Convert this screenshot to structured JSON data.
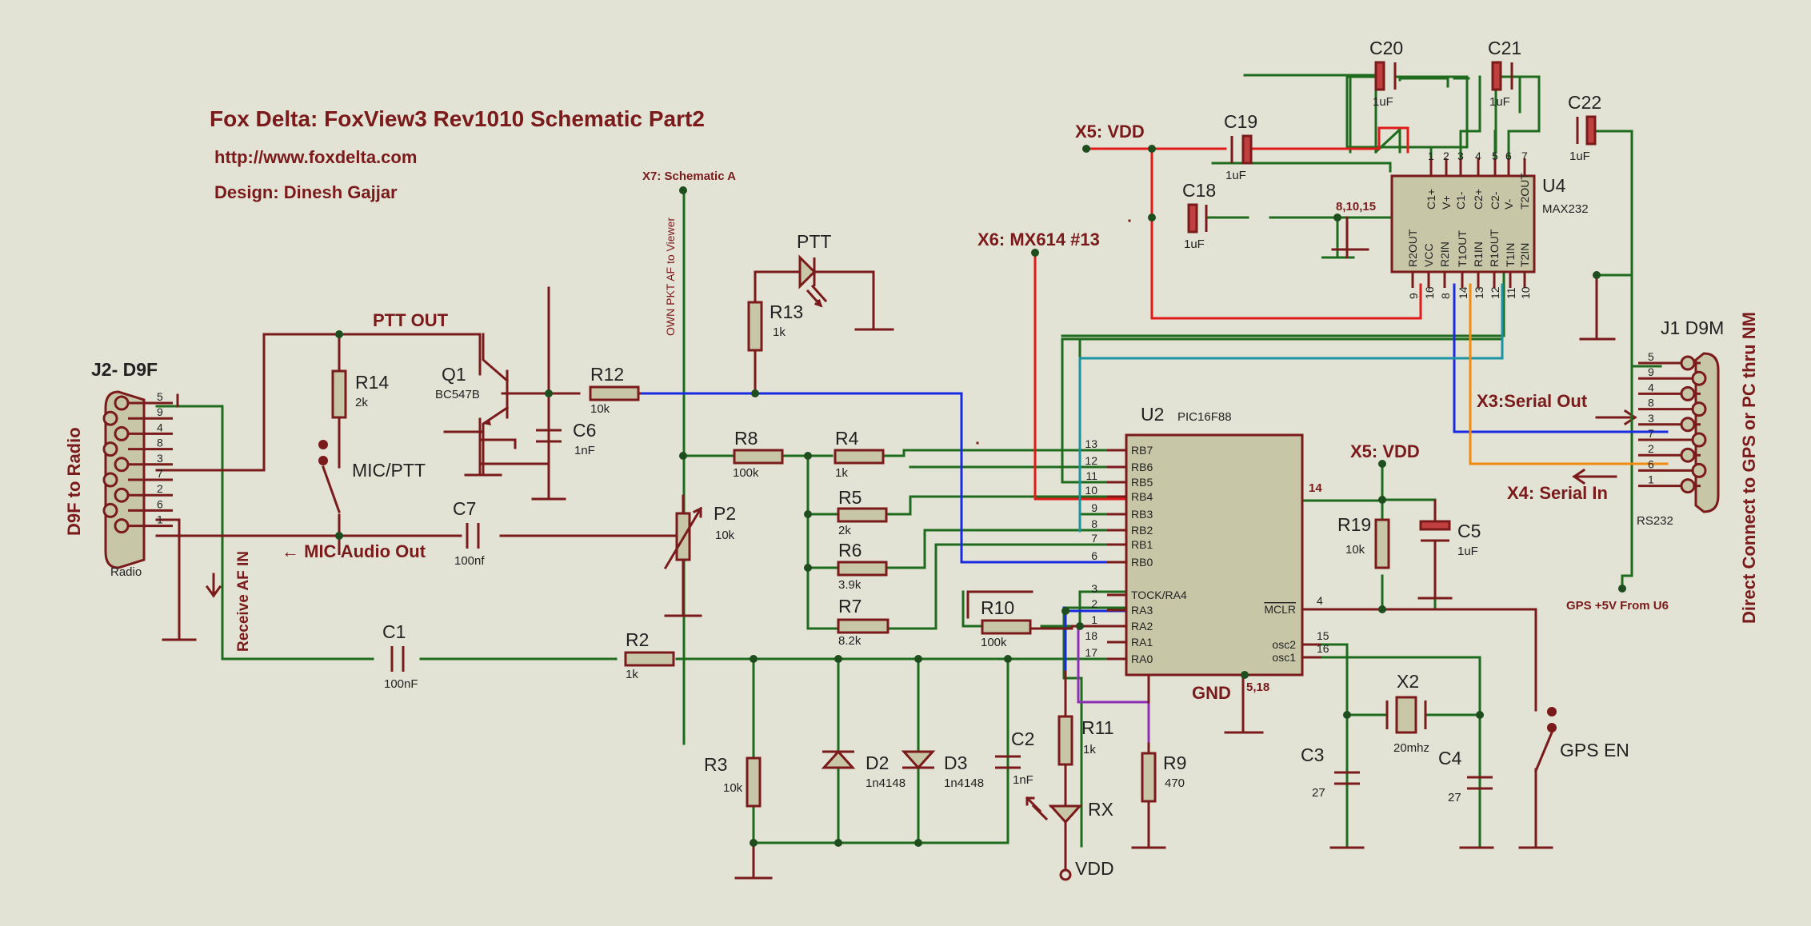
{
  "header": {
    "title": "Fox Delta:  FoxView3 Rev1010 Schematic Part2",
    "url": "http://www.foxdelta.com",
    "designer": "Design: Dinesh Gajjar"
  },
  "nets": {
    "x7": "X7: Schematic A",
    "own_pkt": "OWN PKT AF to Viewer",
    "x5_top": "X5: VDD",
    "x5_mid": "X5: VDD",
    "x6": "X6: MX614 #13",
    "ptt_out": "PTT OUT",
    "mic_audio": "← MIC Audio Out",
    "receive_af": "Receive AF IN",
    "x3": "X3:Serial Out",
    "x4": "X4: Serial In",
    "gps5v": "GPS +5V From U6",
    "pins_81015": "8,10,15",
    "gnd": "GND",
    "gnd_pins": "5,18",
    "mclr_pin": "14",
    "direct": "Direct Connect to GPS or PC thru NM",
    "d9f_radio": "D9F to Radio"
  },
  "components": {
    "j2": {
      "ref": "J2- D9F",
      "label": "Radio",
      "pins": [
        "5",
        "9",
        "4",
        "8",
        "3",
        "7",
        "2",
        "6",
        "1"
      ]
    },
    "j1": {
      "ref": "J1 D9M",
      "label": "RS232",
      "pins": [
        "5",
        "9",
        "4",
        "8",
        "3",
        "7",
        "2",
        "6",
        "1"
      ]
    },
    "u2": {
      "ref": "U2",
      "part": "PIC16F88",
      "left_pins": [
        {
          "name": "RB7",
          "num": "13"
        },
        {
          "name": "RB6",
          "num": "12"
        },
        {
          "name": "RB5",
          "num": "11"
        },
        {
          "name": "RB4",
          "num": "10"
        },
        {
          "name": "RB3",
          "num": "9"
        },
        {
          "name": "RB2",
          "num": "8"
        },
        {
          "name": "RB1",
          "num": "7"
        },
        {
          "name": "RB0",
          "num": "6"
        },
        {
          "name": "TOCK/RA4",
          "num": "3"
        },
        {
          "name": "RA3",
          "num": "2"
        },
        {
          "name": "RA2",
          "num": "1"
        },
        {
          "name": "RA1",
          "num": "18"
        },
        {
          "name": "RA0",
          "num": "17"
        }
      ],
      "right_pins": [
        {
          "name": "MCLR",
          "num": "4"
        },
        {
          "name": "osc2",
          "num": "15"
        },
        {
          "name": "osc1",
          "num": "16"
        }
      ]
    },
    "u4": {
      "ref": "U4",
      "part": "MAX232",
      "top_pins": [
        {
          "name": "C1+",
          "num": "1"
        },
        {
          "name": "V+",
          "num": "2"
        },
        {
          "name": "C1-",
          "num": "3"
        },
        {
          "name": "C2+",
          "num": "4"
        },
        {
          "name": "C2-",
          "num": "5"
        },
        {
          "name": "V-",
          "num": "6"
        },
        {
          "name": "T2OUT",
          "num": "7"
        }
      ],
      "bottom_pins": [
        {
          "name": "R2OUT",
          "num": "9"
        },
        {
          "name": "VCC",
          "num": "16"
        },
        {
          "name": "R2IN",
          "num": "8"
        },
        {
          "name": "T1OUT",
          "num": "14"
        },
        {
          "name": "R1IN",
          "num": "13"
        },
        {
          "name": "R1OUT",
          "num": "12"
        },
        {
          "name": "T1IN",
          "num": "11"
        },
        {
          "name": "T2IN",
          "num": "10"
        }
      ]
    },
    "q1": {
      "ref": "Q1",
      "value": "BC547B"
    },
    "r14": {
      "ref": "R14",
      "value": "2k"
    },
    "r13": {
      "ref": "R13",
      "value": "1k"
    },
    "r12": {
      "ref": "R12",
      "value": "10k"
    },
    "r8": {
      "ref": "R8",
      "value": "100k"
    },
    "r4": {
      "ref": "R4",
      "value": "1k"
    },
    "r5": {
      "ref": "R5",
      "value": "2k"
    },
    "r6": {
      "ref": "R6",
      "value": "3.9k"
    },
    "r7": {
      "ref": "R7",
      "value": "8.2k"
    },
    "r10": {
      "ref": "R10",
      "value": "100k"
    },
    "r2": {
      "ref": "R2",
      "value": "1k"
    },
    "r3": {
      "ref": "R3",
      "value": "10k"
    },
    "r11": {
      "ref": "R11",
      "value": "1k"
    },
    "r9": {
      "ref": "R9",
      "value": "470"
    },
    "r19": {
      "ref": "R19",
      "value": "10k"
    },
    "c6": {
      "ref": "C6",
      "value": "1nF"
    },
    "c7": {
      "ref": "C7",
      "value": "100nf"
    },
    "c1": {
      "ref": "C1",
      "value": "100nF"
    },
    "c2": {
      "ref": "C2",
      "value": "1nF"
    },
    "c3": {
      "ref": "C3",
      "value": "27"
    },
    "c4": {
      "ref": "C4",
      "value": "27"
    },
    "c5": {
      "ref": "C5",
      "value": "1uF"
    },
    "c18": {
      "ref": "C18",
      "value": "1uF"
    },
    "c19": {
      "ref": "C19",
      "value": "1uF"
    },
    "c20": {
      "ref": "C20",
      "value": "1uF"
    },
    "c21": {
      "ref": "C21",
      "value": "1uF"
    },
    "c22": {
      "ref": "C22",
      "value": "1uF"
    },
    "p2": {
      "ref": "P2",
      "value": "10k"
    },
    "d2": {
      "ref": "D2",
      "value": "1n4148"
    },
    "d3": {
      "ref": "D3",
      "value": "1n4148"
    },
    "x2": {
      "ref": "X2",
      "value": "20mhz"
    },
    "ptt_led": {
      "ref": "PTT"
    },
    "rx_led": {
      "ref": "RX"
    },
    "vdd": {
      "ref": "VDD"
    },
    "mic_sw": {
      "ref": "MIC/PTT"
    },
    "gps_sw": {
      "ref": "GPS EN"
    }
  },
  "colors": {
    "background": "#e3e3d5",
    "text": "#7a1a1a",
    "wire_dark": "#7a1a1a",
    "wire_green": "#1e6b1e",
    "wire_red": "#e11a1a",
    "wire_blue": "#1a2ae0",
    "wire_teal": "#1c93a3",
    "wire_orange": "#f08a10",
    "wire_purple": "#8c2fb5",
    "component_fill": "#c7c7a8"
  }
}
